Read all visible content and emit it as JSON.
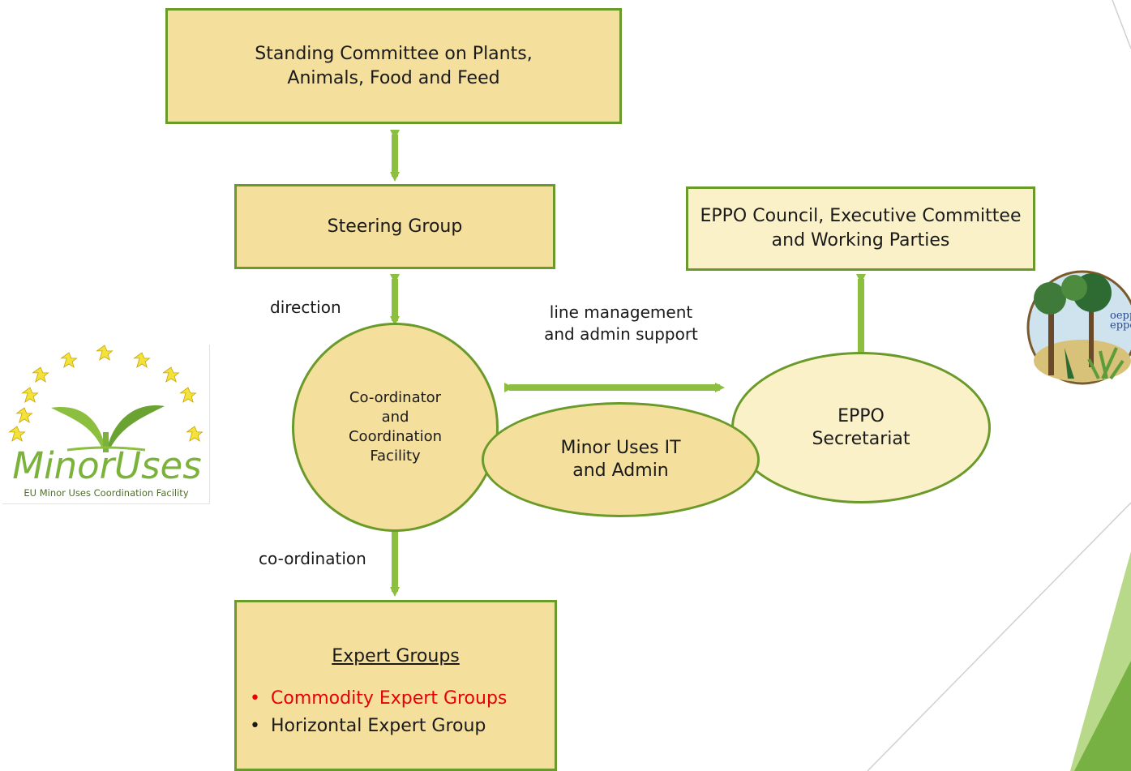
{
  "nodes": {
    "standing_committee": "Standing Committee on Plants, Animals, Food and Feed",
    "steering_group": "Steering Group",
    "eppo_council": "EPPO Council, Executive Committee and Working Parties",
    "coordinator": "Co-ordinator and Coordination Facility",
    "minor_uses_it": "Minor Uses IT and Admin",
    "eppo_secretariat": "EPPO Secretariat",
    "expert_groups": {
      "title": "Expert Groups",
      "items": [
        "Commodity Expert Groups",
        "Horizontal Expert Group"
      ]
    }
  },
  "edge_labels": {
    "direction": "direction",
    "line_management": "line management and admin support",
    "coordination": "co-ordination"
  },
  "logos": {
    "minoruses_word": "MinorUses",
    "minoruses_sub": "EU Minor Uses Coordination Facility",
    "eppo_text_1": "oepp",
    "eppo_text_2": "eppo"
  },
  "colors": {
    "arrow": "#8cbf3f",
    "border": "#6a9a2a",
    "box_fill": "#f4df9c",
    "light_fill": "#fbf1c8",
    "highlight_text": "#e8000b"
  }
}
